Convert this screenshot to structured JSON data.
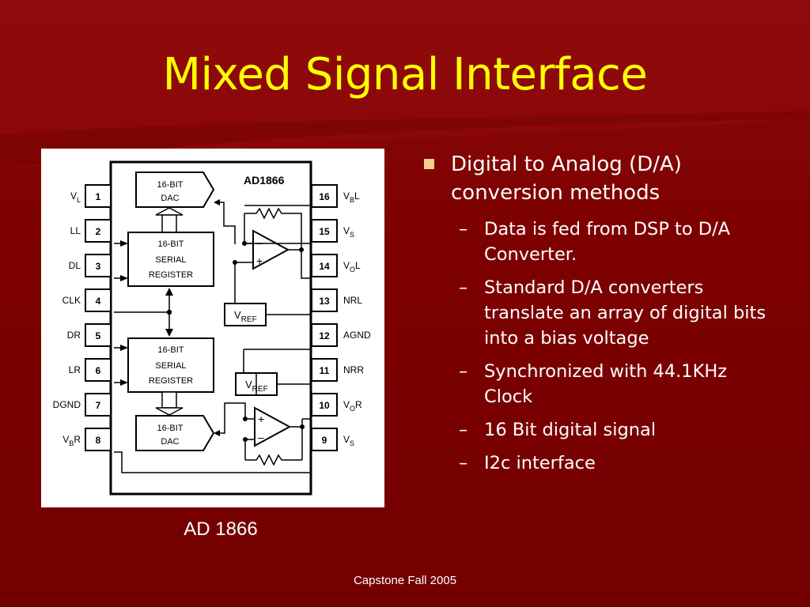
{
  "slide": {
    "title": "Mixed Signal Interface",
    "caption": "AD 1866",
    "footer": "Capstone Fall 2005",
    "bullets": [
      {
        "text": "Digital to Analog (D/A) conversion methods",
        "subitems": [
          "Data is fed from DSP to D/A Converter.",
          "Standard D/A converters translate an array of digital bits into a bias voltage",
          "Synchronized with 44.1KHz Clock",
          "16 Bit digital signal",
          "I2c interface"
        ]
      }
    ]
  },
  "diagram": {
    "chip_name": "AD1866",
    "dac_top_label_1": "16-BIT",
    "dac_top_label_2": "DAC",
    "dac_bottom_label_1": "16-BIT",
    "dac_bottom_label_2": "DAC",
    "reg_top_label_1": "16-BIT",
    "reg_top_label_2": "SERIAL",
    "reg_top_label_3": "REGISTER",
    "reg_bottom_label_1": "16-BIT",
    "reg_bottom_label_2": "SERIAL",
    "reg_bottom_label_3": "REGISTER",
    "vref_main": "V",
    "vref_sub": "REF",
    "left_pins": [
      {
        "num": "1",
        "name": "V",
        "sub": "L",
        "suffix": ""
      },
      {
        "num": "2",
        "name": "LL",
        "sub": "",
        "suffix": ""
      },
      {
        "num": "3",
        "name": "DL",
        "sub": "",
        "suffix": ""
      },
      {
        "num": "4",
        "name": "CLK",
        "sub": "",
        "suffix": ""
      },
      {
        "num": "5",
        "name": "DR",
        "sub": "",
        "suffix": ""
      },
      {
        "num": "6",
        "name": "LR",
        "sub": "",
        "suffix": ""
      },
      {
        "num": "7",
        "name": "DGND",
        "sub": "",
        "suffix": ""
      },
      {
        "num": "8",
        "name": "V",
        "sub": "B",
        "suffix": "R"
      }
    ],
    "right_pins": [
      {
        "num": "16",
        "name": "V",
        "sub": "B",
        "suffix": "L"
      },
      {
        "num": "15",
        "name": "V",
        "sub": "S",
        "suffix": ""
      },
      {
        "num": "14",
        "name": "V",
        "sub": "O",
        "suffix": "L"
      },
      {
        "num": "13",
        "name": "NRL",
        "sub": "",
        "suffix": ""
      },
      {
        "num": "12",
        "name": "AGND",
        "sub": "",
        "suffix": ""
      },
      {
        "num": "11",
        "name": "NRR",
        "sub": "",
        "suffix": ""
      },
      {
        "num": "10",
        "name": "V",
        "sub": "O",
        "suffix": "R"
      },
      {
        "num": "9",
        "name": "V",
        "sub": "S",
        "suffix": ""
      }
    ]
  },
  "colors": {
    "background": "#7d0000",
    "title": "#ffff00",
    "bullet_marker": "#f2cf8a",
    "text": "#ffffff"
  }
}
